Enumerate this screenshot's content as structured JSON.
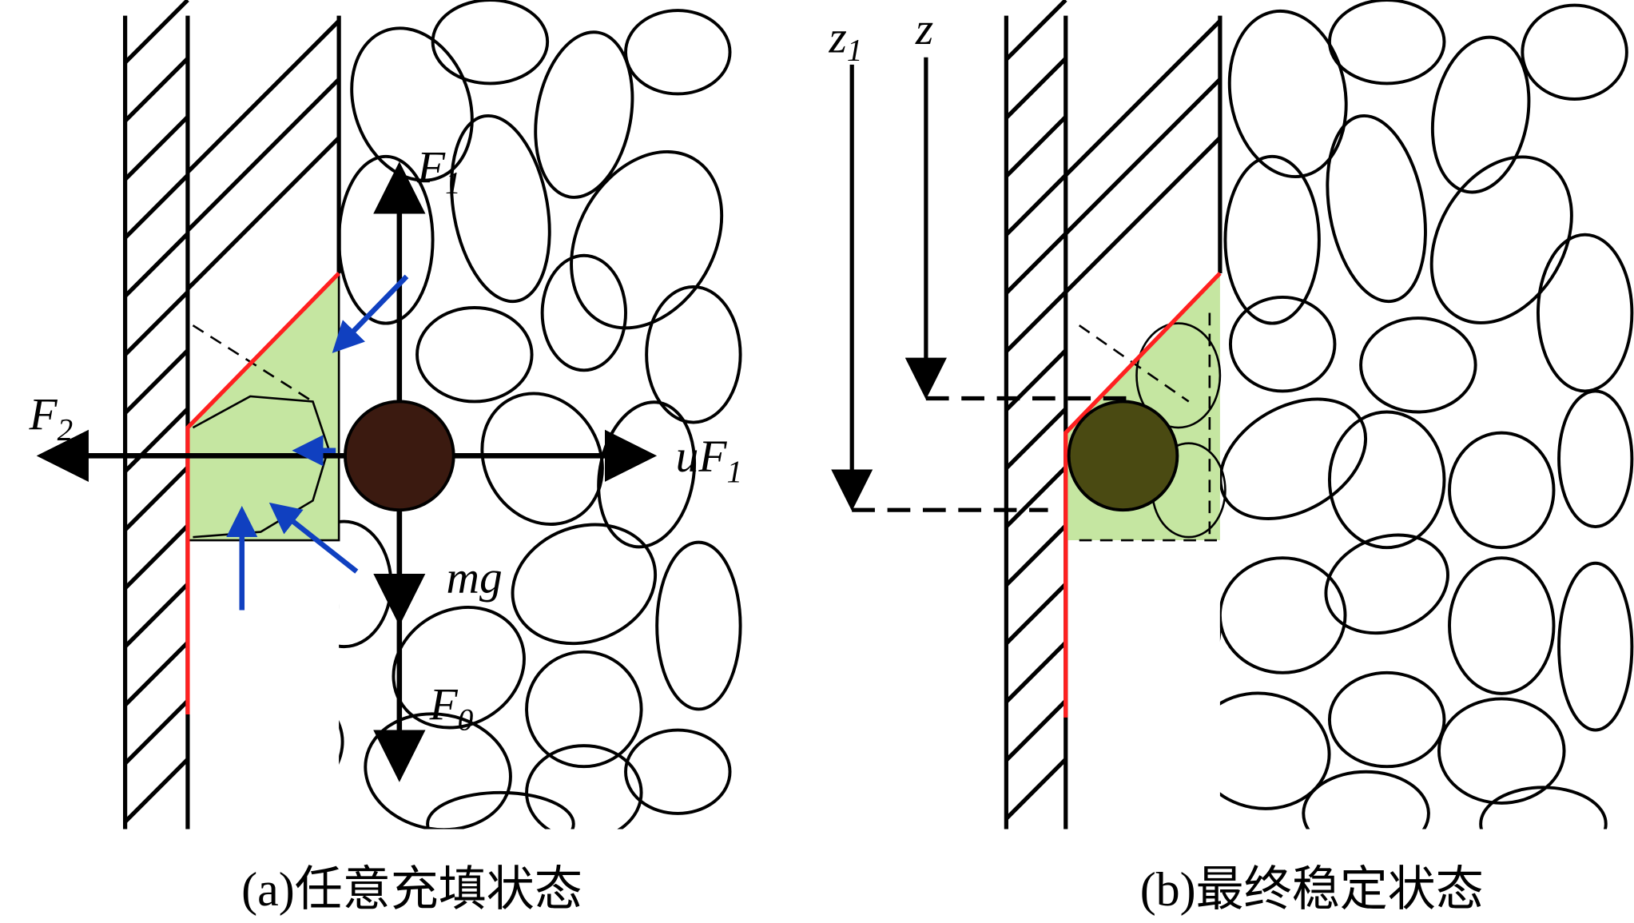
{
  "panel_a": {
    "labels": {
      "F1": "F",
      "F1_sub": "1",
      "F2": "F",
      "F2_sub": "2",
      "uF1": "uF",
      "uF1_sub": "1",
      "mg": "mg",
      "F0": "F",
      "F0_sub": "0"
    },
    "caption": "(a)任意充填状态",
    "particle_color": "#3b1a10"
  },
  "panel_b": {
    "labels": {
      "z1": "z",
      "z1_sub": "1",
      "z": "z"
    },
    "caption": "(b)最终稳定状态",
    "particle_color": "#4a4a12"
  },
  "colors": {
    "wall_boundary": "#ff2020",
    "fill_zone": "#b6e08a",
    "force_arrow": "#1040c0"
  }
}
